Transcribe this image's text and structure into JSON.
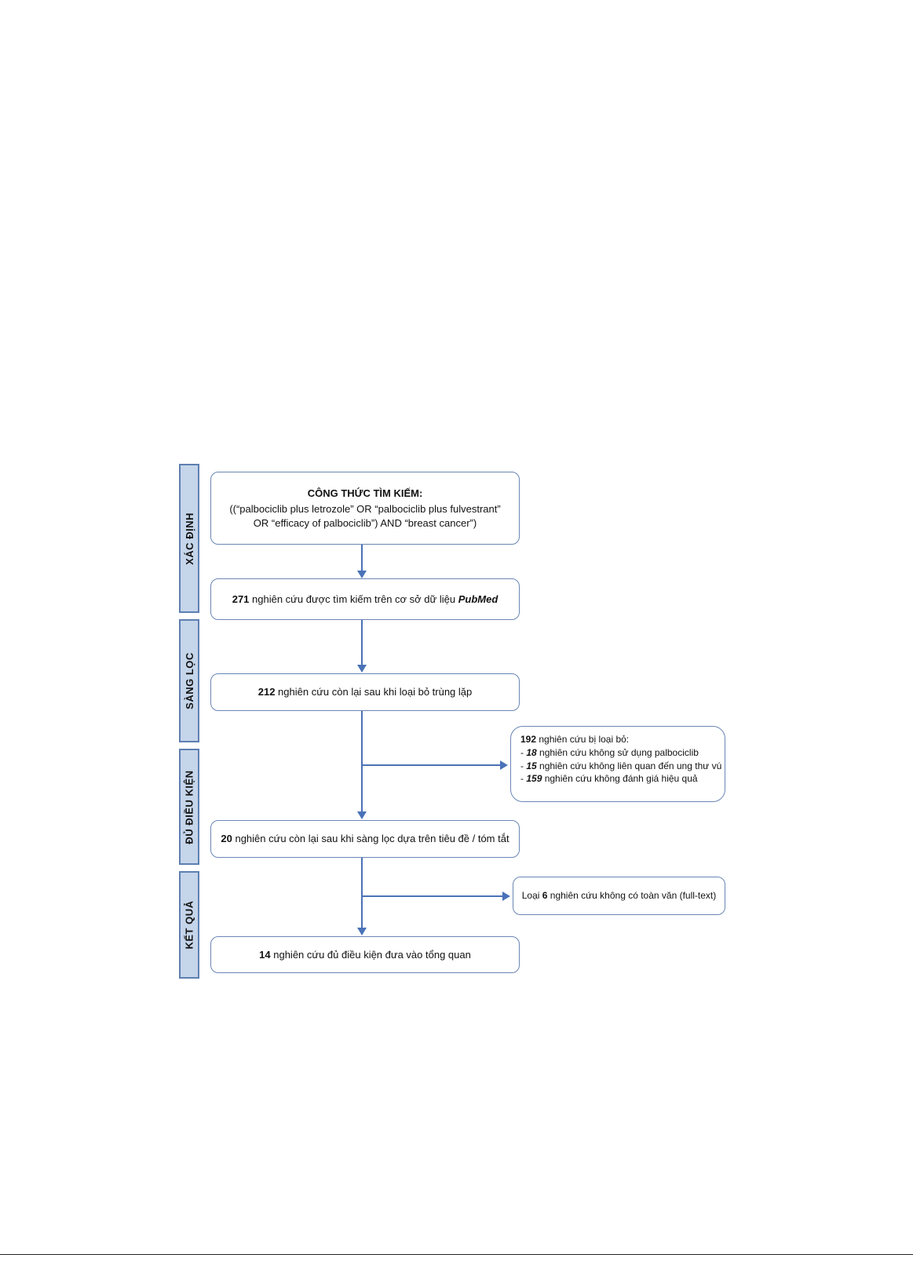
{
  "phases": [
    {
      "label": "XÁC ĐỊNH"
    },
    {
      "label": "SÀNG LỌC"
    },
    {
      "label": "ĐỦ ĐIỀU KIỆN"
    },
    {
      "label": "KẾT QUẢ"
    }
  ],
  "search": {
    "title": "CÔNG THỨC TÌM KIẾM:",
    "line1": "((“palbociclib plus letrozole” OR “palbociclib plus fulvestrant”",
    "line2": "OR “efficacy of palbociclib”) AND “breast cancer”)"
  },
  "identified": {
    "count": "271",
    "text": " nghiên cứu được tìm kiếm trên cơ sở dữ liệu ",
    "source": "PubMed"
  },
  "screened": {
    "count": "212",
    "text": " nghiên cứu còn lại sau khi loại bỏ trùng lặp"
  },
  "excluded1": {
    "count": "192",
    "heading": " nghiên cứu bị loại bỏ:",
    "items": [
      {
        "prefix": "- ",
        "count": "18",
        "text": " nghiên cứu không sử dụng palbociclib"
      },
      {
        "prefix": "- ",
        "count": "15",
        "text": " nghiên cứu không liên quan đến ung thư vú"
      },
      {
        "prefix": "- ",
        "count": "159",
        "text": " nghiên cứu không đánh giá hiệu quả"
      }
    ]
  },
  "eligible": {
    "count": "20",
    "text": " nghiên cứu còn lại sau khi sàng lọc dựa trên tiêu đề / tóm tắt"
  },
  "excluded2": {
    "prefix": "Loại ",
    "count": "6",
    "text": " nghiên cứu không có toàn văn (full-text)"
  },
  "included": {
    "count": "14",
    "text": " nghiên cứu đủ điều kiện đưa vào tổng quan"
  },
  "colors": {
    "arrow": "#4a72b8",
    "phase_fill": "#c5d5ea",
    "phase_border": "#5e7fb0",
    "box_border": "#6a86b4"
  }
}
